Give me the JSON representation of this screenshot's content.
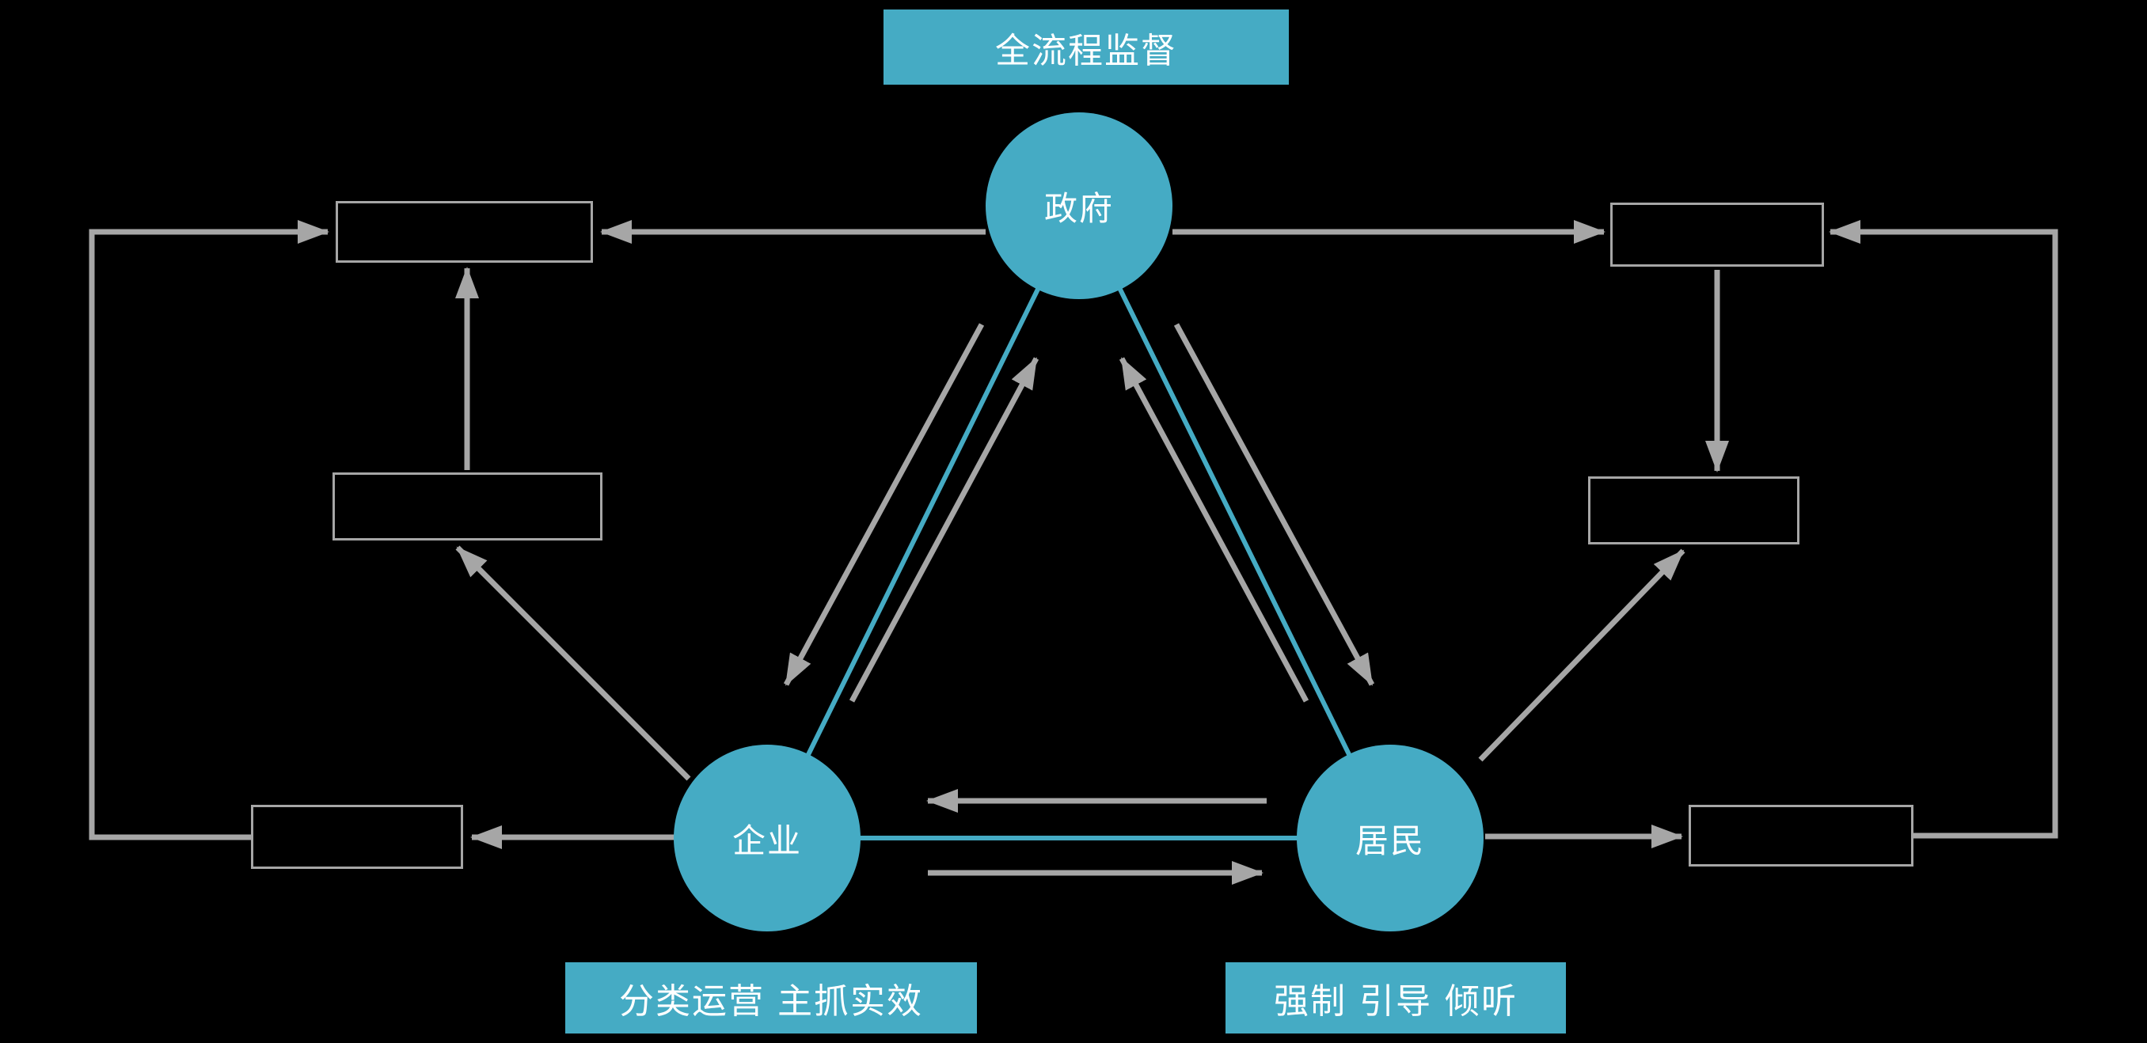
{
  "title_labels": {
    "top": "全流程监督",
    "bottom_left": "分类运营 主抓实效",
    "bottom_right": "强制 引导 倾听"
  },
  "nodes": {
    "government": "政府",
    "enterprise": "企业",
    "residents": "居民"
  },
  "colors": {
    "background": "#000000",
    "accent": "#45ABC4",
    "arrow": "#A6A6A6",
    "box-border": "#A6A6A6",
    "text": "#FFFFFF"
  }
}
